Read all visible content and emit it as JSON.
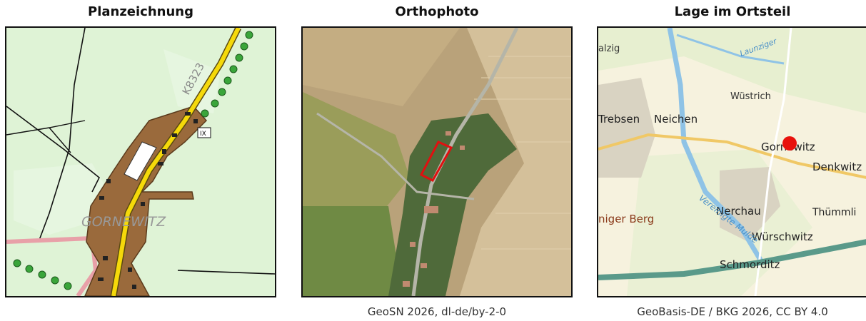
{
  "panels": {
    "plan": {
      "title": "Planzeichnung",
      "road_label": "K8323",
      "place_label": "GORNEWITZ",
      "marker_label": "IX"
    },
    "ortho": {
      "title": "Orthophoto",
      "credit": "GeoSN 2026, dl-de/by-2-0"
    },
    "location": {
      "title": "Lage im Ortsteil",
      "credit": "GeoBasis-DE / BKG 2026, CC BY 4.0",
      "labels": {
        "top_left": "alzig",
        "wuestrich": "Wüstrich",
        "trebsen": "Trebsen",
        "neichen": "Neichen",
        "gornewitz": "Gornewitz",
        "denkwitz": "Denkwitz",
        "nerchau": "Nerchau",
        "berg": "niger Berg",
        "thuemmlitz": "Thümmli",
        "wuerschwitz": "Würschwitz",
        "schmorditz": "Schmorditz",
        "river_top": "Launziger",
        "river_mulde": "Vereinigte Mulde"
      },
      "marker_color": "#e8120c"
    }
  }
}
